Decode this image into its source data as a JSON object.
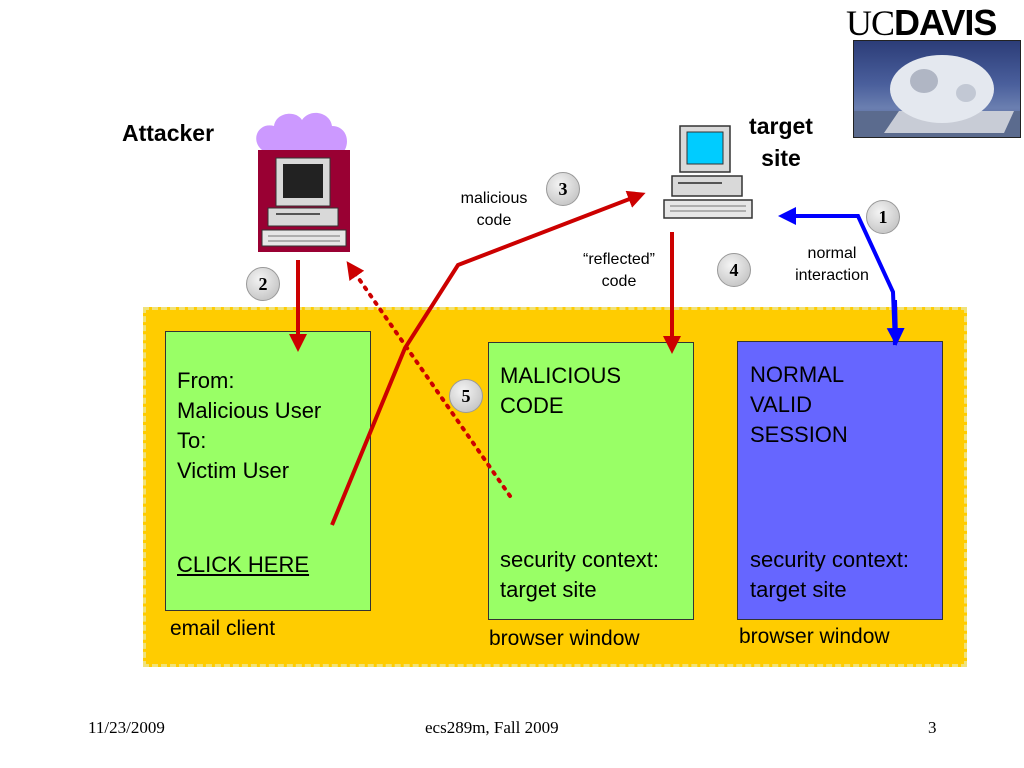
{
  "header": {
    "logo_uc": "UC",
    "logo_davis": "DAVIS"
  },
  "nodes": {
    "attacker_label": "Attacker",
    "target_label": "target\nsite"
  },
  "arrows": {
    "malicious_code_label": "malicious\ncode",
    "reflected_code_label": "“reflected”\ncode",
    "normal_interaction_label": "normal\ninteraction"
  },
  "steps": [
    "1",
    "2",
    "3",
    "4",
    "5"
  ],
  "windows": {
    "email": {
      "text": "From:\nMalicious User\nTo:\nVictim User",
      "link": "CLICK HERE",
      "caption": "email client"
    },
    "malicious_browser": {
      "title": "MALICIOUS\nCODE",
      "context": "security context:\ntarget site",
      "caption": "browser window"
    },
    "normal_browser": {
      "title": "NORMAL\nVALID\nSESSION",
      "context": "security context:\ntarget site",
      "caption": "browser window"
    }
  },
  "colors": {
    "zone": "#ffcc00",
    "green_window": "#99ff66",
    "blue_window": "#6666ff",
    "attack_arrow": "#cc0000",
    "normal_arrow": "#0000ff",
    "attacker_cloud": "#cc99ff",
    "attacker_computer": "#990033"
  },
  "footer": {
    "date": "11/23/2009",
    "course": "ecs289m, Fall 2009",
    "page": "3"
  }
}
